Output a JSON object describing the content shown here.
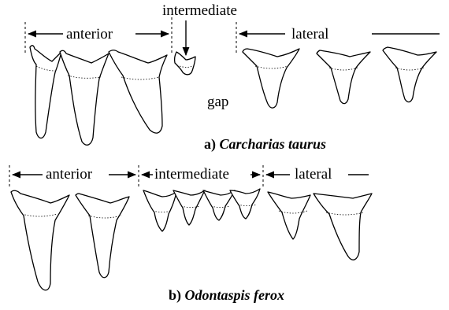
{
  "panel_a": {
    "caption_prefix": "a)",
    "caption_species": "Carcharias taurus",
    "label_anterior": "anterior",
    "label_intermediate": "intermediate",
    "label_lateral": "lateral",
    "label_gap": "gap"
  },
  "panel_b": {
    "caption_prefix": "b)",
    "caption_species": "Odontaspis ferox",
    "label_anterior": "anterior",
    "label_intermediate": "intermediate",
    "label_lateral": "lateral"
  }
}
